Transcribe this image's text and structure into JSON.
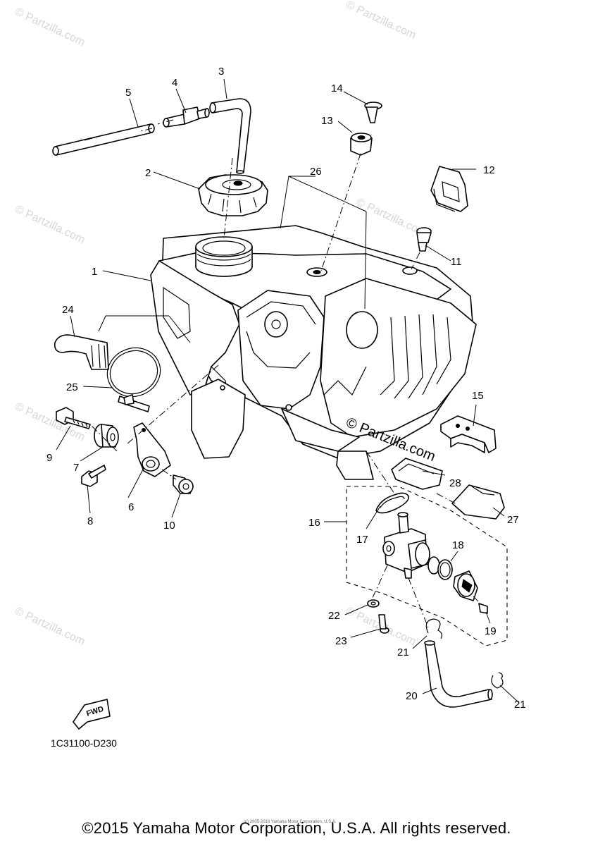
{
  "callouts": [
    "1",
    "2",
    "3",
    "4",
    "5",
    "6",
    "7",
    "8",
    "9",
    "10",
    "11",
    "12",
    "13",
    "14",
    "15",
    "16",
    "17",
    "18",
    "19",
    "20",
    "21",
    "22",
    "23",
    "24",
    "25",
    "26",
    "27",
    "28"
  ],
  "callout_21b": "21",
  "fwd_label": "FWD",
  "diagram_code": "1C31100-D230",
  "copyright": "©2015 Yamaha Motor Corporation, U.S.A. All rights reserved.",
  "small_copyright": "(c) 2005-2016 Yamaha Motor Corporation, U.S.A.",
  "watermark": "© Partzilla.com",
  "center_watermark": "© Partzilla.com"
}
